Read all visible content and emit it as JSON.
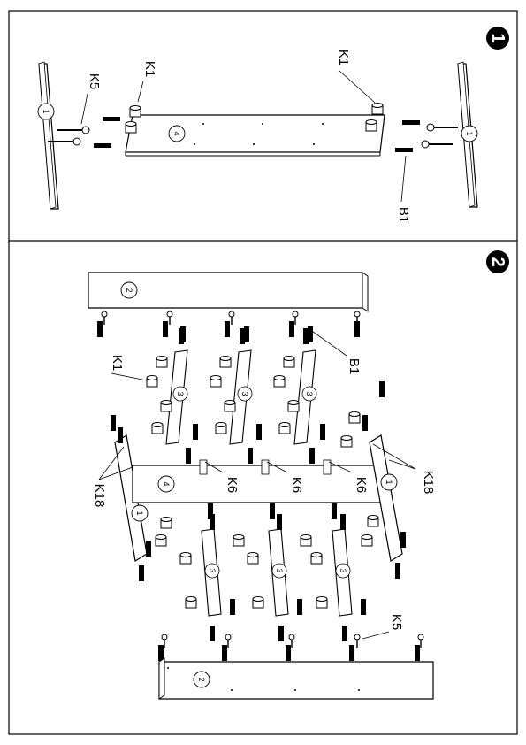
{
  "steps": [
    {
      "number": "1",
      "labels": {
        "k1_left": "K1",
        "k5": "K5",
        "k1_right": "K1",
        "b1": "B1"
      },
      "panels": {
        "side_left": "1",
        "shelf": "4",
        "side_right": "1"
      }
    },
    {
      "number": "2",
      "labels": {
        "k1": "K1",
        "b1": "B1",
        "k18_left": "K18",
        "k18_right": "K18",
        "k6_a": "K6",
        "k6_b": "K6",
        "k6_c": "K6",
        "k5": "K5"
      },
      "panels": {
        "top": "2",
        "bottom": "2",
        "center": "4",
        "side_left": "1",
        "side_right": "1",
        "div_1": "3",
        "div_2": "3",
        "div_3": "3",
        "div_4": "3",
        "div_5": "3",
        "div_6": "3"
      }
    }
  ]
}
